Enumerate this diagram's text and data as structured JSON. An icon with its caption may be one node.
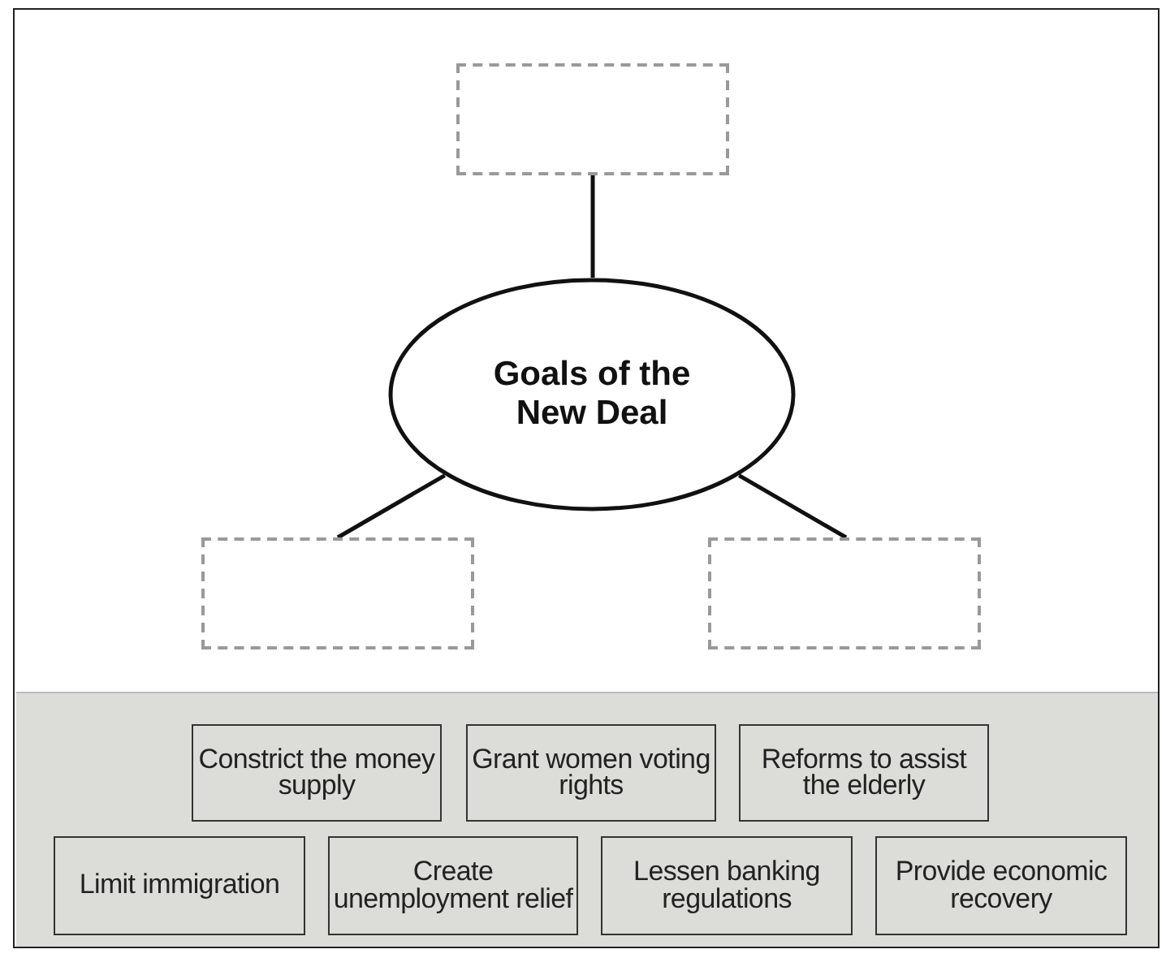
{
  "diagram": {
    "nodes": [
      {
        "text": [],
        "shape": "box"
      },
      {
        "text": [
          "Goals of the New Deal"
        ]
      },
      {
        "text": [],
        "shape": "box"
      },
      {
        "text": [],
        "shape": "box"
      },
      {
        "text": [],
        "shape": "band"
      },
      {
        "text": [
          "Constrict the money supply"
        ],
        "in": 4
      },
      {
        "text": [
          "Grant women voting rights"
        ],
        "in": 4
      },
      {
        "text": [
          "Reforms to assist the elderly"
        ],
        "in": 4
      },
      {
        "text": [
          "Limit immigration"
        ],
        "in": 4
      },
      {
        "text": [
          "Create unemployment relief"
        ],
        "in": 4
      },
      {
        "text": [
          "Lessen banking regulations"
        ],
        "in": 4
      },
      {
        "text": [
          "Provide economic recovery"
        ],
        "in": 4
      }
    ],
    "edges": [
      {
        "from": 1,
        "to": 0,
        "arrow": "none"
      },
      {
        "from": 1,
        "to": 2,
        "arrow": "none"
      },
      {
        "from": 1,
        "to": 3,
        "arrow": "none"
      }
    ]
  }
}
